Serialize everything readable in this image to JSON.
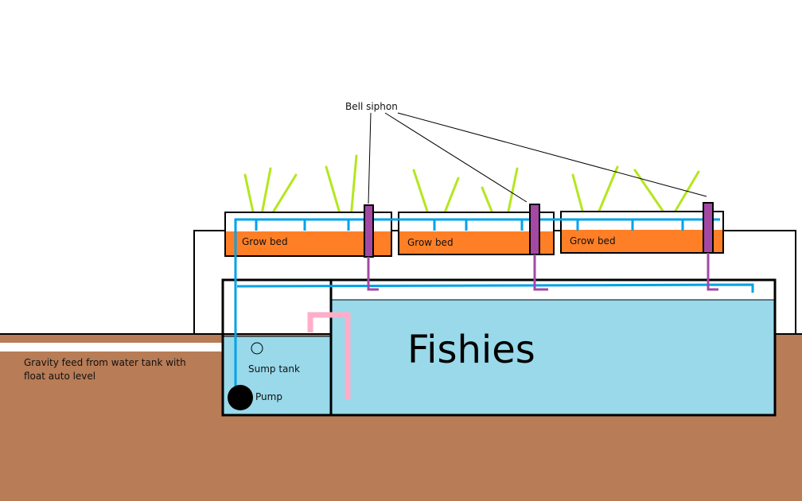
{
  "labels": {
    "bell_siphon": "Bell siphon",
    "grow_bed": "Grow bed",
    "fish_tank": "Fishies",
    "sump_tank": "Sump tank",
    "pump": "Pump",
    "gravity_feed_line1": "Gravity feed from water tank with",
    "gravity_feed_line2": "float auto level"
  },
  "colors": {
    "ground": "#b87c56",
    "water": "#99d9ea",
    "grow_media": "#ff7f27",
    "supply_pipe": "#00a2e8",
    "siphon": "#a349a4",
    "return_pipe": "#ffaec9",
    "plants": "#b5e61d",
    "outline": "#000000"
  },
  "icons": {
    "pump": "filled-black-circle",
    "float_valve": "hollow-circle"
  }
}
